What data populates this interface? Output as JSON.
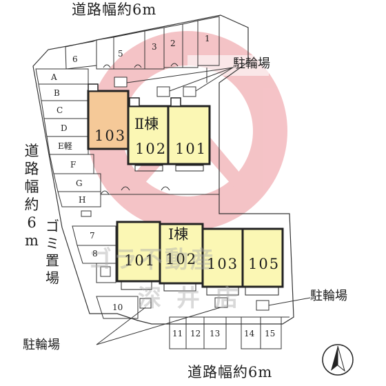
{
  "roads": {
    "top": "道路幅約6m",
    "left": "道路幅約6m",
    "bottom": "道路幅約6m"
  },
  "garbage_area": "ゴミ置場",
  "bicycle_parking_label": "駐輪場",
  "buildings": {
    "wing_2": {
      "label": "Ⅱ棟",
      "units": [
        "103",
        "102",
        "101"
      ]
    },
    "wing_1": {
      "label": "Ⅰ棟",
      "units": [
        "101",
        "102",
        "103",
        "105"
      ]
    }
  },
  "parking": {
    "top_row": [
      "6",
      "5",
      "3",
      "2",
      "1"
    ],
    "left_column": [
      "A",
      "B",
      "C",
      "D",
      "E軽",
      "F",
      "G",
      "H"
    ],
    "middle_left": [
      "7",
      "8"
    ],
    "bottom_row": [
      "10",
      "11",
      "12",
      "13",
      "14",
      "15"
    ]
  },
  "watermark": {
    "line1": "ゴラ不動産",
    "line2": "深井店"
  },
  "colors": {
    "unit_103_wing2": "#f5c998",
    "unit_yellow": "#fbf7b4",
    "logo_red": "#e0343c",
    "outline": "#222222"
  },
  "icons": [
    "north-arrow-icon"
  ]
}
